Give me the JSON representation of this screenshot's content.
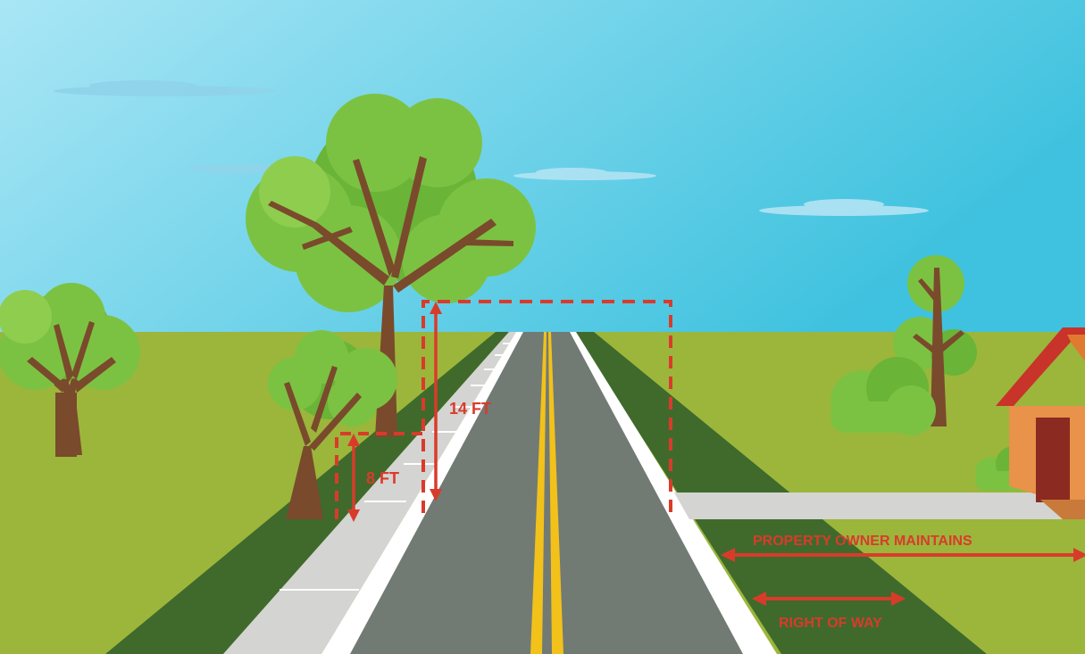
{
  "labels": {
    "clearance_over_road": "14 FT",
    "clearance_over_sidewalk": "8 FT",
    "property_owner_maintains": "PROPERTY OWNER MAINTAINS",
    "right_of_way": "RIGHT OF WAY"
  },
  "colors": {
    "sky_top": "#a9e6f5",
    "sky_bottom": "#3fc2df",
    "grass": "#9bb63b",
    "dark_grass": "#3f6a2c",
    "asphalt": "#727a74",
    "sidewalk": "#d4d4d2",
    "center_line": "#f2c21a",
    "edge_line": "#ffffff",
    "tree_leaves": "#7cc242",
    "tree_trunk": "#7a4a2c",
    "house_wall": "#e8924a",
    "house_roof": "#c8332a",
    "annotation_red": "#d93b2b"
  },
  "icons": [
    "tree-icon",
    "bush-icon",
    "house-icon",
    "cloud-icon",
    "double-arrow-icon"
  ]
}
